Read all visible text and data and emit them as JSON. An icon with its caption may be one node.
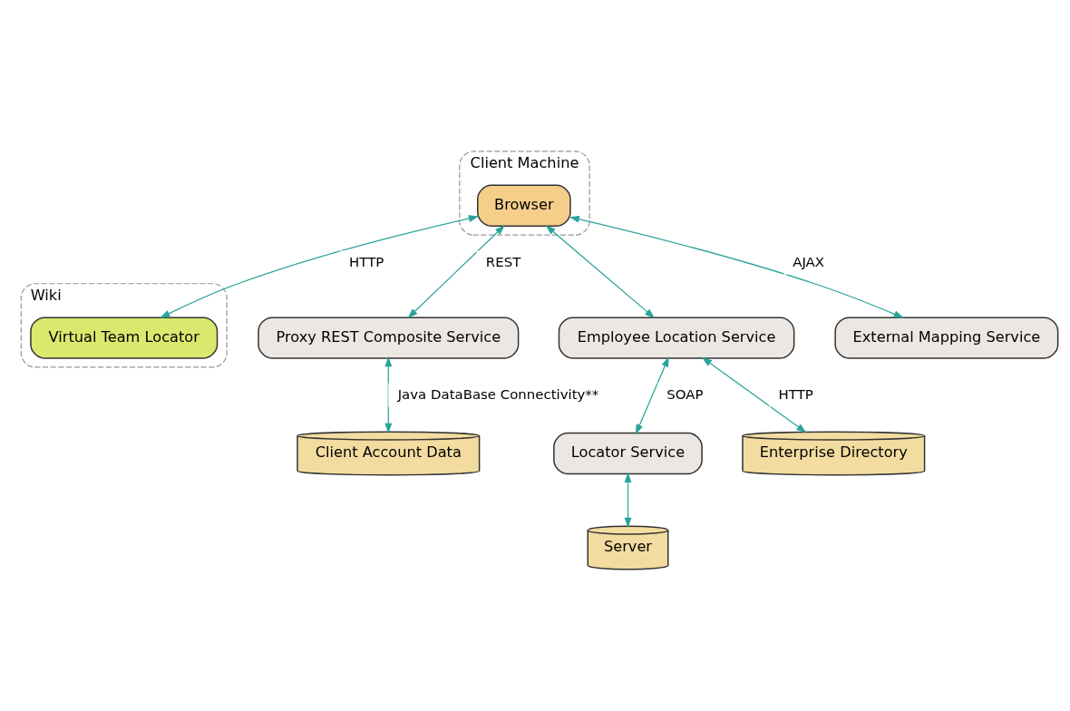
{
  "diagram": {
    "nodes": [
      {
        "text": [
          "Client Machine"
        ]
      },
      {
        "text": [
          "Browser"
        ],
        "in": 0
      },
      {
        "text": [
          "Wiki"
        ]
      },
      {
        "text": [
          "Virtual Team Locator"
        ],
        "in": 2
      },
      {
        "text": [
          "Proxy REST Composite Service"
        ]
      },
      {
        "text": [
          "Employee Location Service"
        ]
      },
      {
        "text": [
          "External Mapping Service"
        ]
      },
      {
        "text": [
          "Client Account Data"
        ]
      },
      {
        "text": [
          "Locator Service"
        ]
      },
      {
        "text": [
          "Enterprise Directory"
        ]
      },
      {
        "text": [
          "Server"
        ]
      }
    ],
    "edges": [
      {
        "from": 1,
        "to": 3,
        "arrow": "both",
        "label": "HTTP"
      },
      {
        "from": 1,
        "to": 4,
        "arrow": "both",
        "label": "REST"
      },
      {
        "from": 1,
        "to": 5,
        "arrow": "both"
      },
      {
        "from": 1,
        "to": 6,
        "arrow": "both",
        "label": "AJAX"
      },
      {
        "from": 4,
        "to": 7,
        "arrow": "both",
        "label": "Java DataBase Connectivity**"
      },
      {
        "from": 5,
        "to": 8,
        "arrow": "both",
        "label": "SOAP"
      },
      {
        "from": 5,
        "to": 9,
        "arrow": "both",
        "label": "HTTP"
      },
      {
        "from": 8,
        "to": 10,
        "arrow": "both"
      }
    ]
  }
}
